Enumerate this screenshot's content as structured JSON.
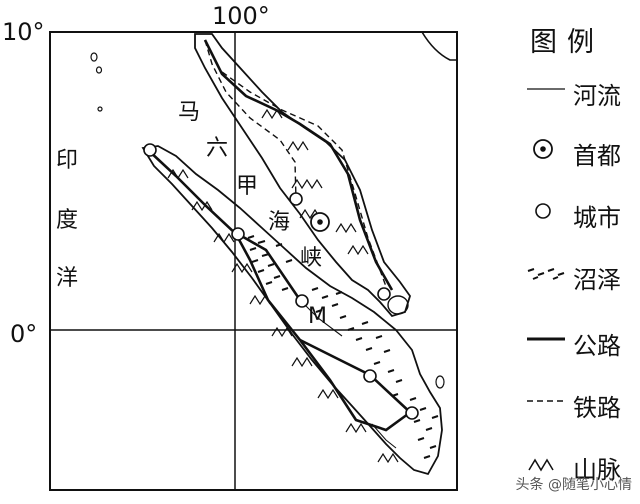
{
  "coordinates": {
    "lat_north": "10°",
    "lat_equator": "0°",
    "lon_100": "100°"
  },
  "places": {
    "ocean_1": "印",
    "ocean_2": "度",
    "ocean_3": "洋",
    "strait_1": "马",
    "strait_2": "六",
    "strait_3": "甲",
    "strait_4": "海",
    "strait_5": "峡",
    "point_m": "M"
  },
  "legend": {
    "title": "图例",
    "items": [
      {
        "symbol": "river-line",
        "label": "河流"
      },
      {
        "symbol": "capital-symbol",
        "label": "首都"
      },
      {
        "symbol": "city-symbol",
        "label": "城市"
      },
      {
        "symbol": "swamp-symbol",
        "label": "沼泽"
      },
      {
        "symbol": "highway-line",
        "label": "公路"
      },
      {
        "symbol": "railway-line",
        "label": "铁路"
      },
      {
        "symbol": "mountain-symbol",
        "label": "山脉"
      }
    ]
  },
  "watermark": "头条 @随笔小心情"
}
